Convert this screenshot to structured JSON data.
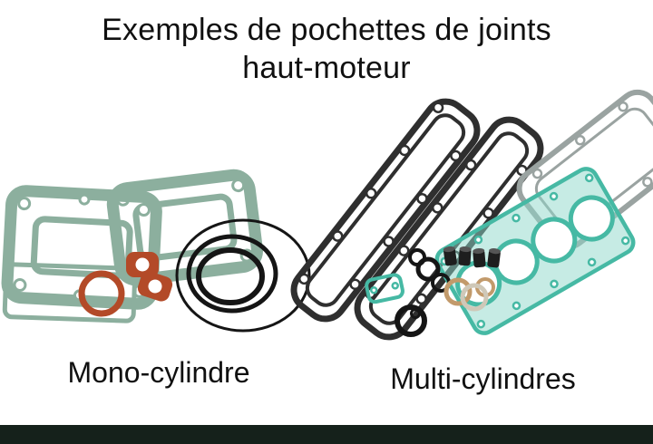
{
  "page": {
    "title_line1": "Exemples de pochettes de joints",
    "title_line2": "haut-moteur",
    "left_label": "Mono-cylindre",
    "right_label": "Multi-cylindres"
  },
  "colors": {
    "background": "#ffffff",
    "text": "#101010",
    "sage_green": "#8caf9e",
    "teal": "#46b9a4",
    "teal_fill": "#8ed8c9",
    "rust_orange": "#b34a28",
    "dark_gasket": "#2f2f2f",
    "gray_gasket": "#9aa3a1",
    "tan": "#c29a6b",
    "black_ring": "#151515",
    "footer_bar": "#15211b"
  }
}
